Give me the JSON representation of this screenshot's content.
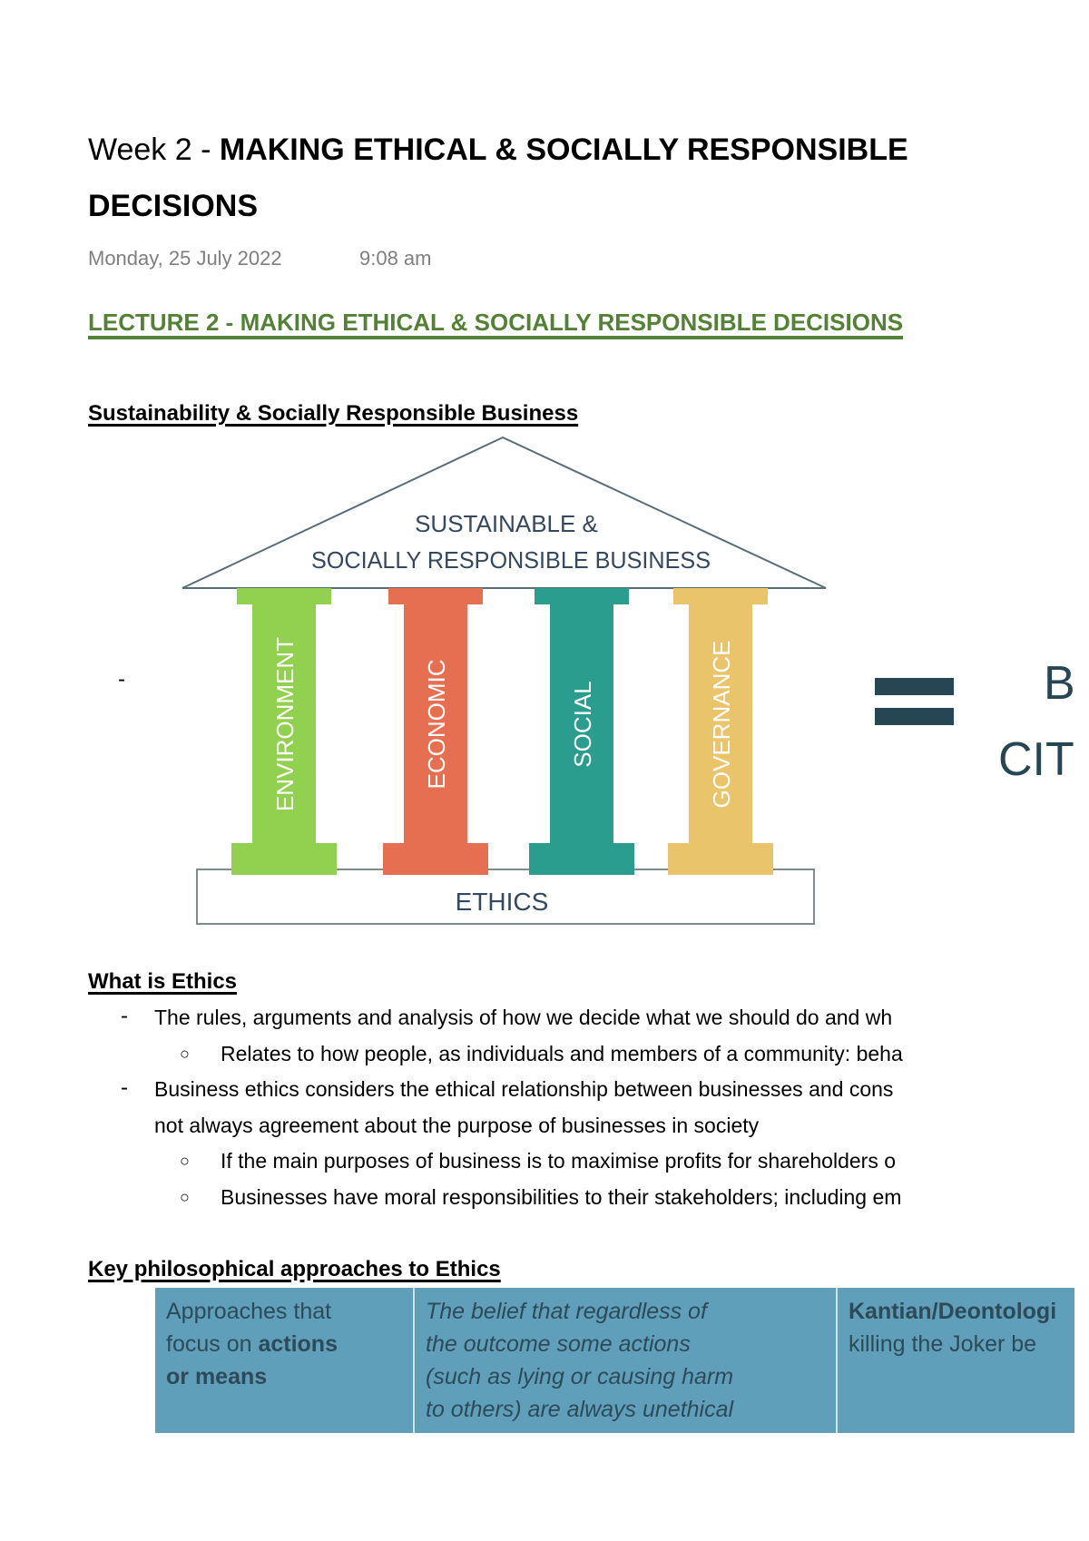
{
  "header": {
    "title_prefix": "Week 2 - ",
    "title_bold_line1": "MAKING ETHICAL & SOCIALLY RESPONSIBLE",
    "title_bold_line2": "DECISIONS",
    "date": "Monday, 25 July 2022",
    "time": "9:08 am"
  },
  "lecture_heading": "LECTURE 2 - MAKING ETHICAL & SOCIALLY RESPONSIBLE DECISIONS",
  "section1": {
    "heading": "Sustainability & Socially Responsible Business",
    "bullet": "-",
    "diagram": {
      "roof_line1": "SUSTAINABLE &",
      "roof_line2": "SOCIALLY RESPONSIBLE BUSINESS",
      "pillars": [
        {
          "label": "ENVIRONMENT",
          "color": "#92d050"
        },
        {
          "label": "ECONOMIC",
          "color": "#e76f51"
        },
        {
          "label": "SOCIAL",
          "color": "#2a9d8f"
        },
        {
          "label": "GOVERNANCE",
          "color": "#e9c46a"
        }
      ],
      "base": "ETHICS",
      "equals_color": "#264653",
      "result_line1": "B",
      "result_line2": "CIT"
    }
  },
  "section2": {
    "heading": "What is Ethics",
    "items": [
      {
        "level": 1,
        "text": "The rules, arguments and analysis of how we decide what we should do and wh"
      },
      {
        "level": 2,
        "text": "Relates to how people, as individuals and members of a community: beha"
      },
      {
        "level": 1,
        "text": "Business ethics considers the ethical relationship between businesses and cons"
      },
      {
        "level": 0,
        "text": "not always agreement about the purpose of businesses in society"
      },
      {
        "level": 2,
        "text": "If the main purposes of business is to maximise profits for shareholders o"
      },
      {
        "level": 2,
        "text": "Businesses have moral responsibilities to their stakeholders; including em"
      }
    ]
  },
  "section3": {
    "heading": "Key philosophical approaches to Ethics",
    "table_color": "#5f9fba",
    "row": {
      "col1": [
        "Approaches that",
        "focus on ",
        "actions",
        "or means"
      ],
      "col2": [
        "The belief that regardless of",
        "the outcome some actions",
        "(such as lying or causing harm",
        "to others) are always unethical"
      ],
      "col3_bold": "Kantian/Deontologi",
      "col3_line2": "killing the Joker be"
    }
  }
}
